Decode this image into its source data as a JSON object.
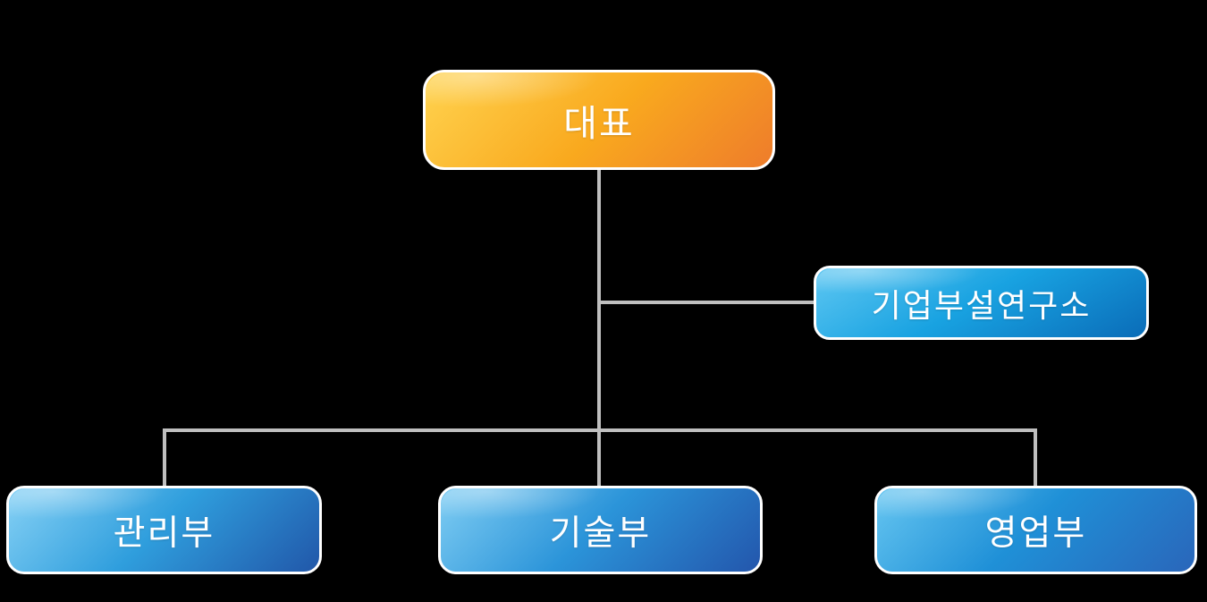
{
  "diagram": {
    "type": "org-chart",
    "background_color": "#000000",
    "connector_color": "#bfbfbf",
    "node_border_color": "#ffffff",
    "node_text_color": "#ffffff",
    "nodes": {
      "ceo": {
        "label": "대표",
        "role": "root",
        "gradient": [
          "#ffd34f",
          "#ee7c2b"
        ]
      },
      "research": {
        "label": "기업부설연구소",
        "role": "child",
        "gradient": [
          "#5ec7f2",
          "#0a6cb8"
        ]
      },
      "management": {
        "label": "관리부",
        "role": "child",
        "gradient": [
          "#86d1f5",
          "#2157a9"
        ]
      },
      "technical": {
        "label": "기술부",
        "role": "child",
        "gradient": [
          "#7fcdf3",
          "#2356ac"
        ]
      },
      "sales": {
        "label": "영업부",
        "role": "child",
        "gradient": [
          "#66c6f1",
          "#2a66ba"
        ]
      }
    },
    "edges": [
      {
        "from": "ceo",
        "to": "research"
      },
      {
        "from": "ceo",
        "to": "management"
      },
      {
        "from": "ceo",
        "to": "technical"
      },
      {
        "from": "ceo",
        "to": "sales"
      }
    ]
  }
}
